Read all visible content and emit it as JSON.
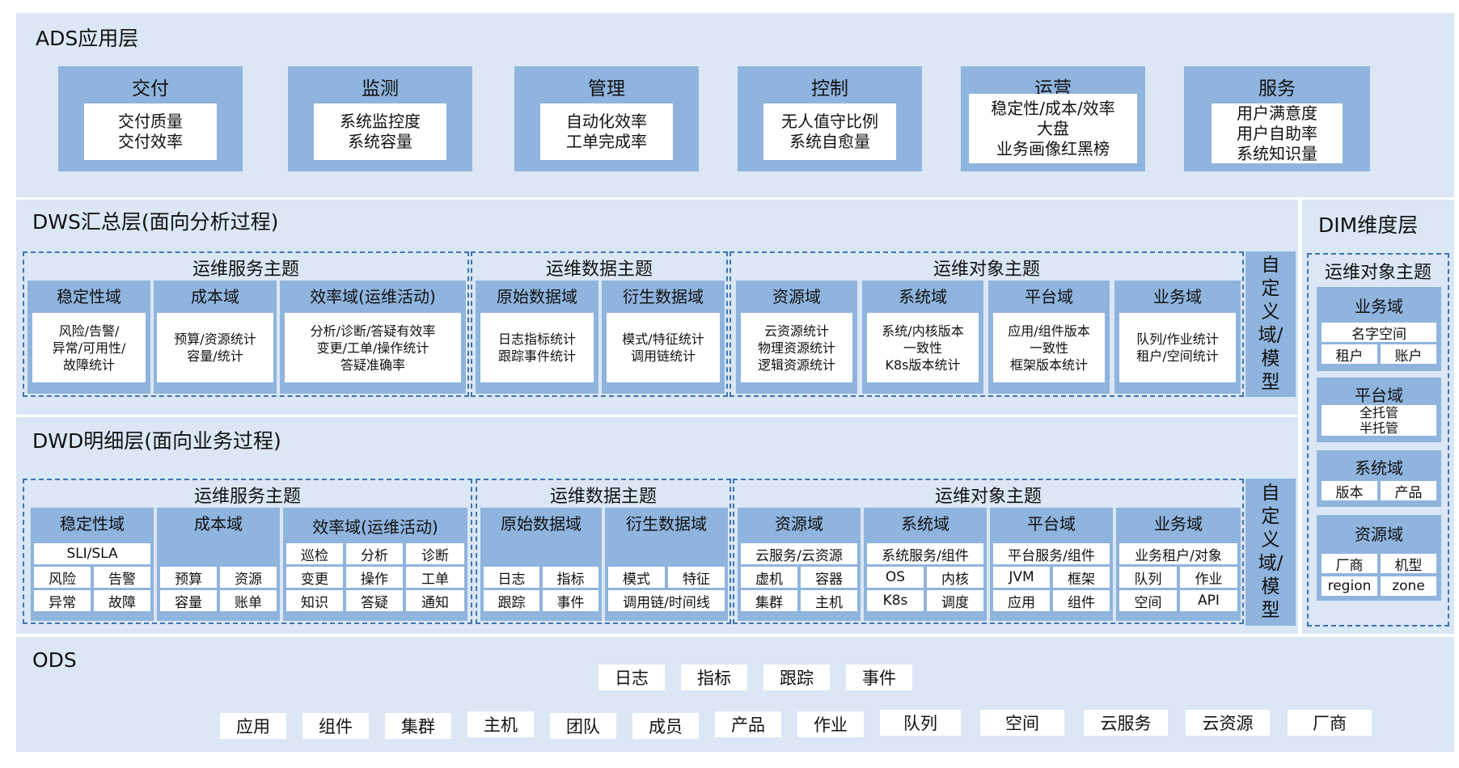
{
  "ads": {
    "title": "ADS应用层",
    "cards": [
      {
        "title": "交付",
        "lines": [
          "交付质量",
          "交付效率"
        ]
      },
      {
        "title": "监测",
        "lines": [
          "系统监控度",
          "系统容量"
        ]
      },
      {
        "title": "管理",
        "lines": [
          "自动化效率",
          "工单完成率"
        ]
      },
      {
        "title": "控制",
        "lines": [
          "无人值守比例",
          "系统自愈量"
        ]
      },
      {
        "title": "运营",
        "lines": [
          "稳定性/成本/效率",
          "大盘",
          "业务画像红黑榜"
        ]
      },
      {
        "title": "服务",
        "lines": [
          "用户满意度",
          "用户自助率",
          "系统知识量"
        ]
      }
    ]
  },
  "dws": {
    "title": "DWS汇总层(面向分析过程)",
    "themes": [
      "运维服务主题",
      "运维数据主题",
      "运维对象主题"
    ],
    "domains": [
      {
        "title": "稳定性域",
        "lines": [
          "风险/告警/",
          "异常/可用性/",
          "故障统计"
        ]
      },
      {
        "title": "成本域",
        "lines": [
          "预算/资源统计",
          "容量/统计"
        ]
      },
      {
        "title": "效率域(运维活动)",
        "lines": [
          "分析/诊断/答疑有效率",
          "变更/工单/操作统计",
          "答疑准确率"
        ]
      },
      {
        "title": "原始数据域",
        "lines": [
          "日志指标统计",
          "跟踪事件统计"
        ]
      },
      {
        "title": "衍生数据域",
        "lines": [
          "模式/特征统计",
          "调用链统计"
        ]
      },
      {
        "title": "资源域",
        "lines": [
          "云资源统计",
          "物理资源统计",
          "逻辑资源统计"
        ]
      },
      {
        "title": "系统域",
        "lines": [
          "系统/内核版本",
          "一致性",
          "K8s版本统计"
        ]
      },
      {
        "title": "平台域",
        "lines": [
          "应用/组件版本",
          "一致性",
          "框架版本统计"
        ]
      },
      {
        "title": "业务域",
        "lines": [
          "队列/作业统计",
          "租户/空间统计"
        ]
      }
    ],
    "custom": [
      "自",
      "定",
      "义",
      "域/",
      "模",
      "型"
    ]
  },
  "dwd": {
    "title": "DWD明细层(面向业务过程)",
    "themes": [
      "运维服务主题",
      "运维数据主题",
      "运维对象主题"
    ],
    "domains": [
      {
        "title": "稳定性域",
        "cells": [
          "SLI/SLA",
          "风险",
          "告警",
          "异常",
          "故障"
        ]
      },
      {
        "title": "成本域",
        "cells": [
          "预算",
          "资源",
          "容量",
          "账单"
        ]
      },
      {
        "title": "效率域(运维活动)",
        "cells": [
          "巡检",
          "分析",
          "诊断",
          "变更",
          "操作",
          "工单",
          "知识",
          "答疑",
          "通知"
        ]
      },
      {
        "title": "原始数据域",
        "cells": [
          "日志",
          "指标",
          "跟踪",
          "事件"
        ]
      },
      {
        "title": "衍生数据域",
        "cells": [
          "模式",
          "特征",
          "调用链/时间线"
        ]
      },
      {
        "title": "资源域",
        "cells": [
          "云服务/云资源",
          "虚机",
          "容器",
          "集群",
          "主机"
        ]
      },
      {
        "title": "系统域",
        "cells": [
          "系统服务/组件",
          "OS",
          "内核",
          "K8s",
          "调度"
        ]
      },
      {
        "title": "平台域",
        "cells": [
          "平台服务/组件",
          "JVM",
          "框架",
          "应用",
          "组件"
        ]
      },
      {
        "title": "业务域",
        "cells": [
          "业务租户/对象",
          "队列",
          "作业",
          "空间",
          "API"
        ]
      }
    ],
    "custom": [
      "自",
      "定",
      "义",
      "域/",
      "模",
      "型"
    ]
  },
  "dim": {
    "title": "DIM维度层",
    "theme": "运维对象主题",
    "blocks": [
      {
        "title": "业务域",
        "cells": [
          "名字空间",
          "租户",
          "账户"
        ]
      },
      {
        "title": "平台域",
        "cells": [
          "全托管",
          "半托管"
        ]
      },
      {
        "title": "系统域",
        "cells": [
          "版本",
          "产品"
        ]
      },
      {
        "title": "资源域",
        "cells": [
          "厂商",
          "机型",
          "region",
          "zone"
        ]
      }
    ]
  },
  "ods": {
    "title": "ODS",
    "row1": [
      "日志",
      "指标",
      "跟踪",
      "事件"
    ],
    "row2": [
      "应用",
      "组件",
      "集群",
      "主机",
      "团队",
      "成员",
      "产品",
      "作业",
      "队列",
      "空间",
      "云服务",
      "云资源",
      "厂商"
    ]
  }
}
